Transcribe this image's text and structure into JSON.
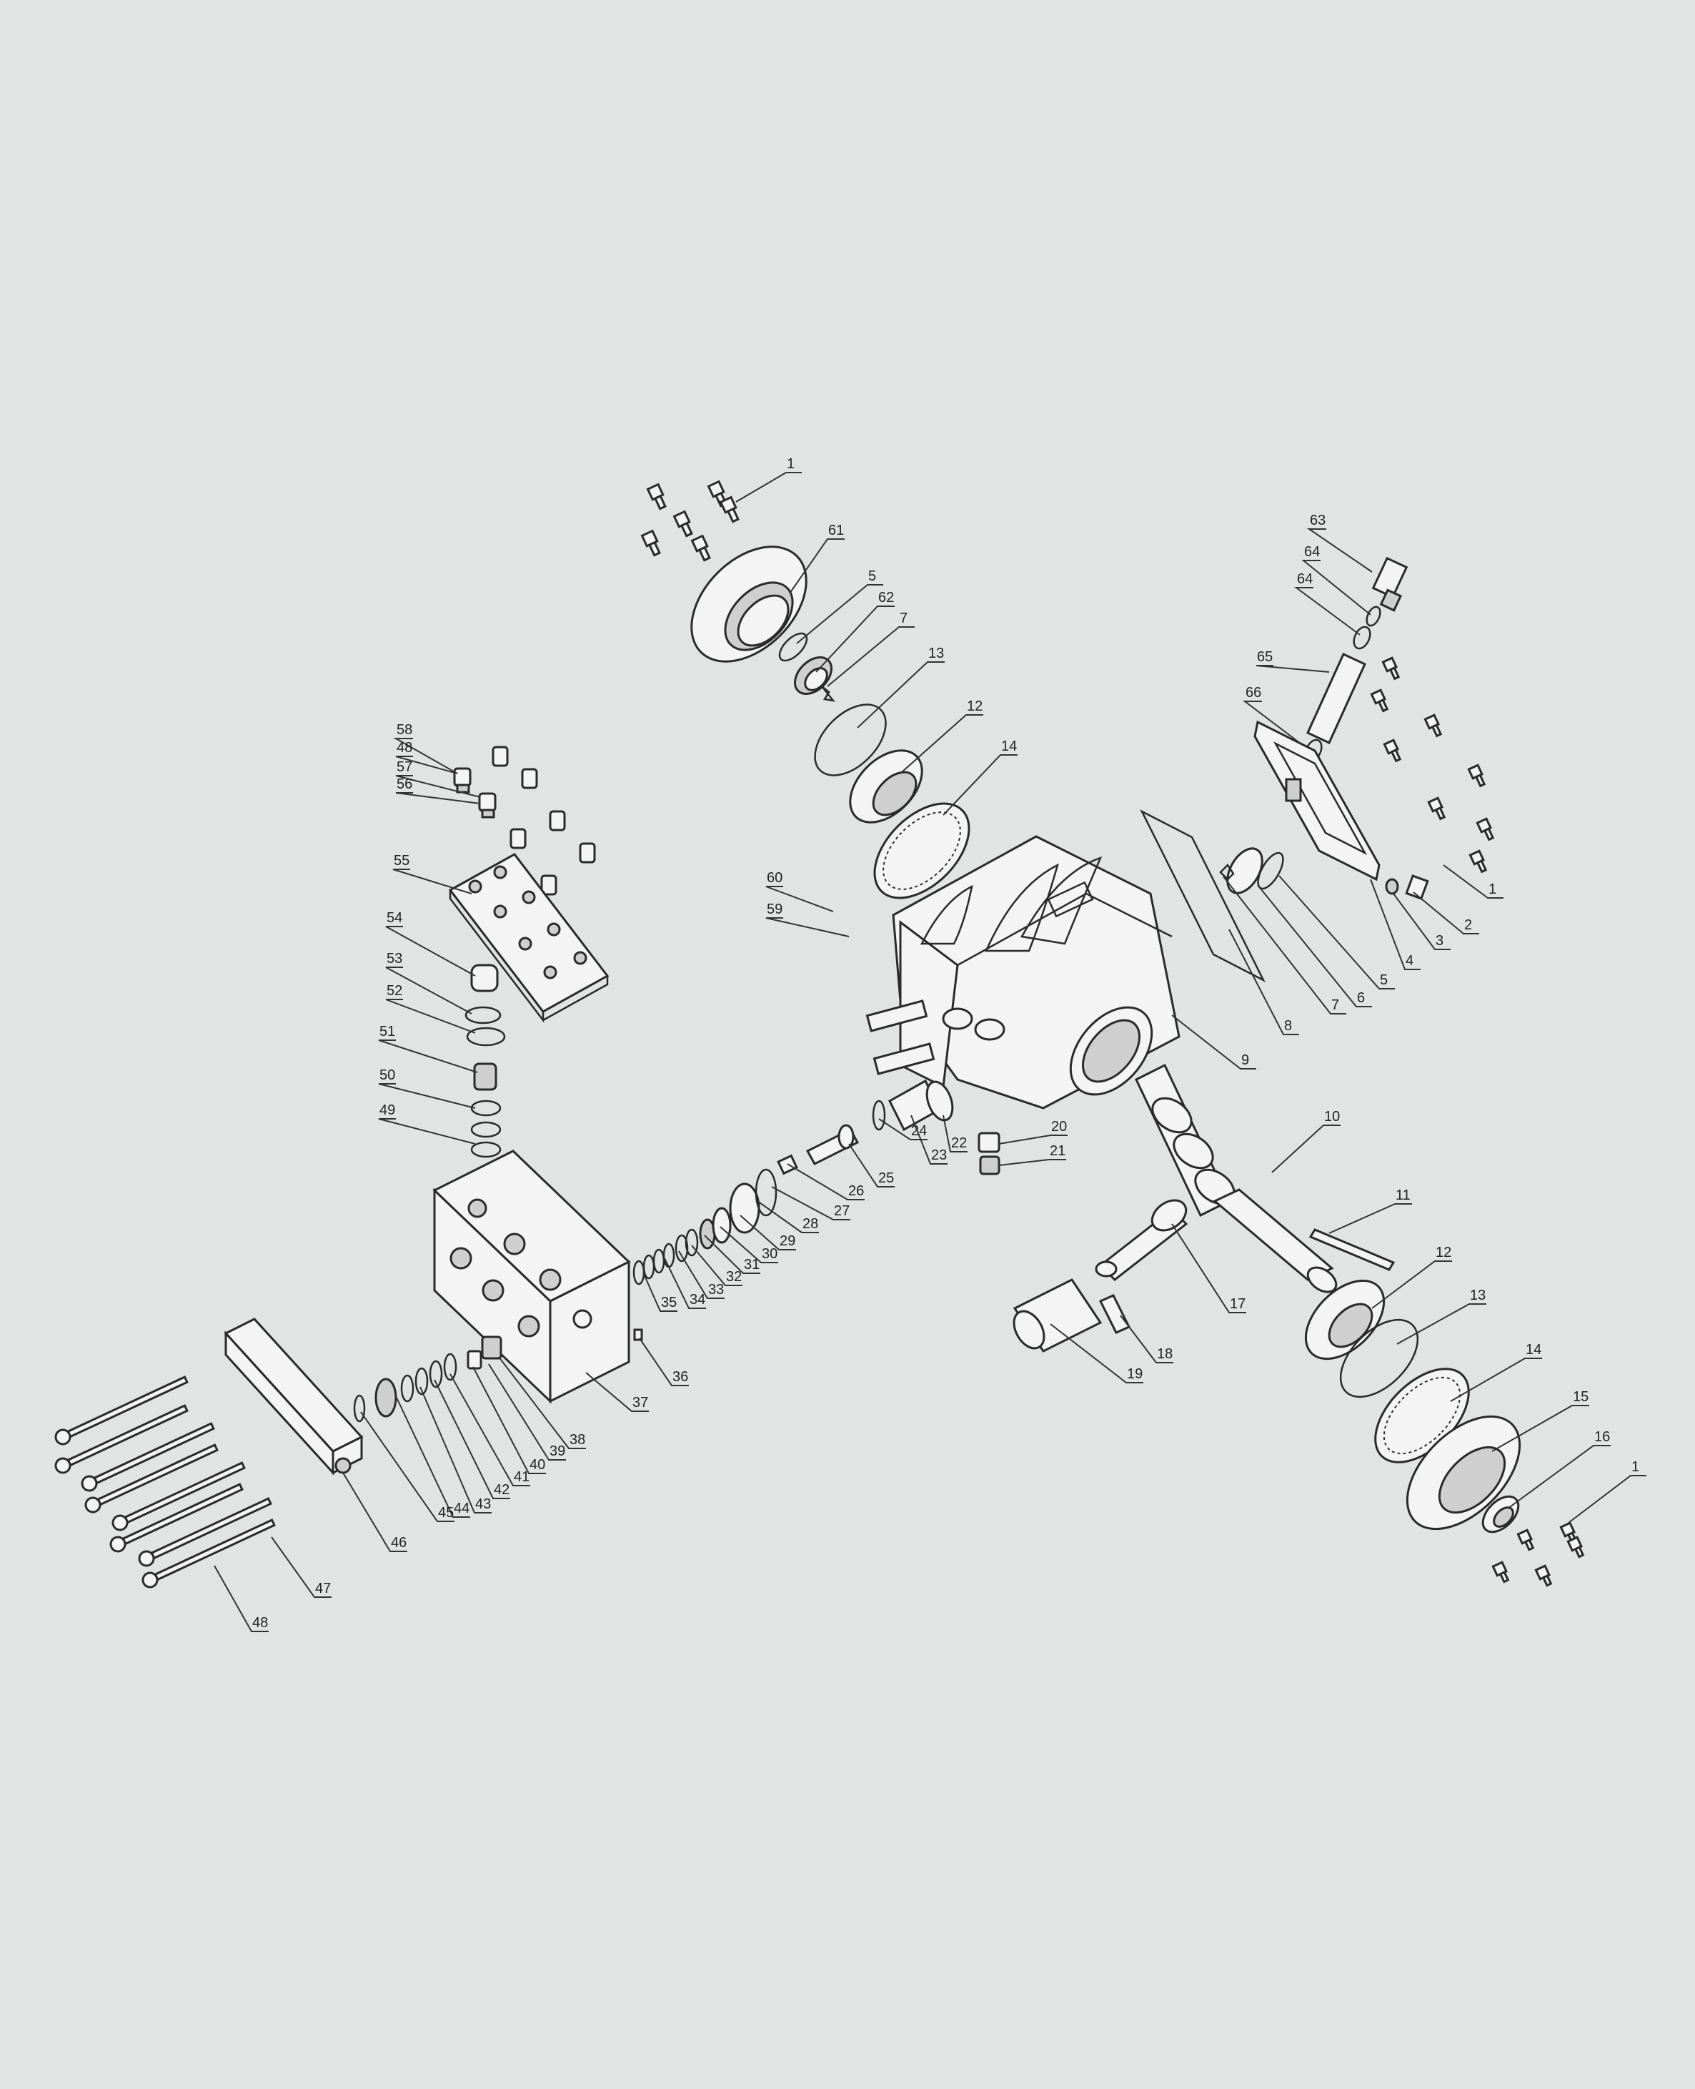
{
  "labels": [
    "1",
    "2",
    "3",
    "4",
    "5",
    "6",
    "7",
    "8",
    "9",
    "10",
    "11",
    "12",
    "13",
    "14",
    "15",
    "16",
    "17",
    "18",
    "19",
    "20",
    "21",
    "22",
    "23",
    "24",
    "25",
    "26",
    "27",
    "28",
    "29",
    "30",
    "31",
    "32",
    "33",
    "34",
    "35",
    "36",
    "37",
    "38",
    "39",
    "40",
    "41",
    "42",
    "43",
    "44",
    "45",
    "46",
    "47",
    "48",
    "49",
    "50",
    "51",
    "52",
    "53",
    "54",
    "55",
    "56",
    "57",
    "58",
    "59",
    "60",
    "61",
    "62",
    "63",
    "64",
    "65",
    "66"
  ],
  "callouts": [
    {
      "t": "1"
    },
    {
      "t": "61"
    },
    {
      "t": "5"
    },
    {
      "t": "62"
    },
    {
      "t": "7"
    },
    {
      "t": "13"
    },
    {
      "t": "12"
    },
    {
      "t": "14"
    },
    {
      "t": "63"
    },
    {
      "t": "64"
    },
    {
      "t": "64"
    },
    {
      "t": "65"
    },
    {
      "t": "66"
    },
    {
      "t": "1"
    },
    {
      "t": "2"
    },
    {
      "t": "3"
    },
    {
      "t": "4"
    },
    {
      "t": "5"
    },
    {
      "t": "6"
    },
    {
      "t": "7"
    },
    {
      "t": "8"
    },
    {
      "t": "9"
    },
    {
      "t": "58"
    },
    {
      "t": "48"
    },
    {
      "t": "57"
    },
    {
      "t": "56"
    },
    {
      "t": "55"
    },
    {
      "t": "54"
    },
    {
      "t": "53"
    },
    {
      "t": "52"
    },
    {
      "t": "51"
    },
    {
      "t": "50"
    },
    {
      "t": "49"
    },
    {
      "t": "60"
    },
    {
      "t": "59"
    },
    {
      "t": "20"
    },
    {
      "t": "21"
    },
    {
      "t": "22"
    },
    {
      "t": "23"
    },
    {
      "t": "24"
    },
    {
      "t": "25"
    },
    {
      "t": "26"
    },
    {
      "t": "27"
    },
    {
      "t": "28"
    },
    {
      "t": "29"
    },
    {
      "t": "30"
    },
    {
      "t": "31"
    },
    {
      "t": "32"
    },
    {
      "t": "33"
    },
    {
      "t": "34"
    },
    {
      "t": "35"
    },
    {
      "t": "10"
    },
    {
      "t": "11"
    },
    {
      "t": "12"
    },
    {
      "t": "13"
    },
    {
      "t": "14"
    },
    {
      "t": "15"
    },
    {
      "t": "16"
    },
    {
      "t": "1"
    },
    {
      "t": "17"
    },
    {
      "t": "18"
    },
    {
      "t": "19"
    },
    {
      "t": "36"
    },
    {
      "t": "37"
    },
    {
      "t": "38"
    },
    {
      "t": "39"
    },
    {
      "t": "40"
    },
    {
      "t": "41"
    },
    {
      "t": "42"
    },
    {
      "t": "43"
    },
    {
      "t": "44"
    },
    {
      "t": "45"
    },
    {
      "t": "46"
    },
    {
      "t": "47"
    },
    {
      "t": "48"
    }
  ]
}
